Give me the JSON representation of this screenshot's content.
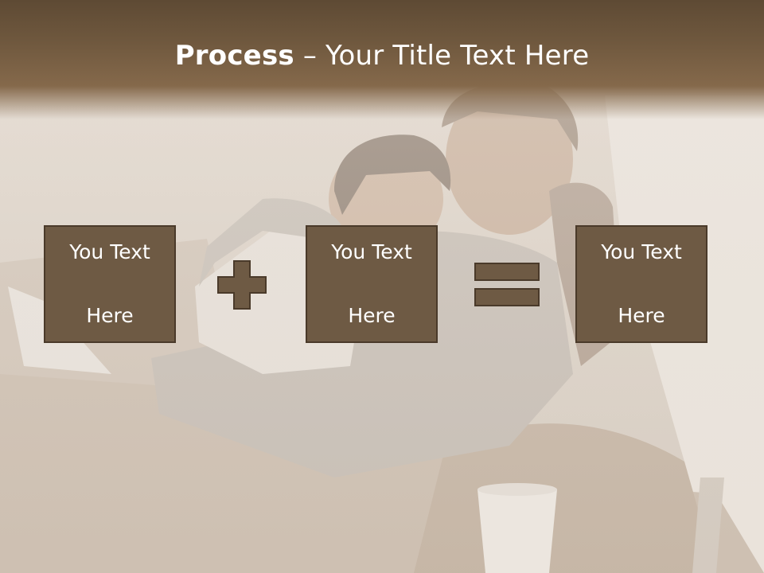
{
  "title": {
    "bold": "Process",
    "rest": " – Your Title Text Here"
  },
  "steps": [
    {
      "line1": "You Text",
      "line2": "Here"
    },
    {
      "line1": "You Text",
      "line2": "Here"
    },
    {
      "line1": "You Text",
      "line2": "Here"
    }
  ],
  "operators": {
    "first": "plus-icon",
    "second": "equals-icon"
  },
  "colors": {
    "header": "#6f583e",
    "box_fill": "#6e5a44",
    "box_border": "#4a3a2a",
    "text": "#ffffff"
  }
}
